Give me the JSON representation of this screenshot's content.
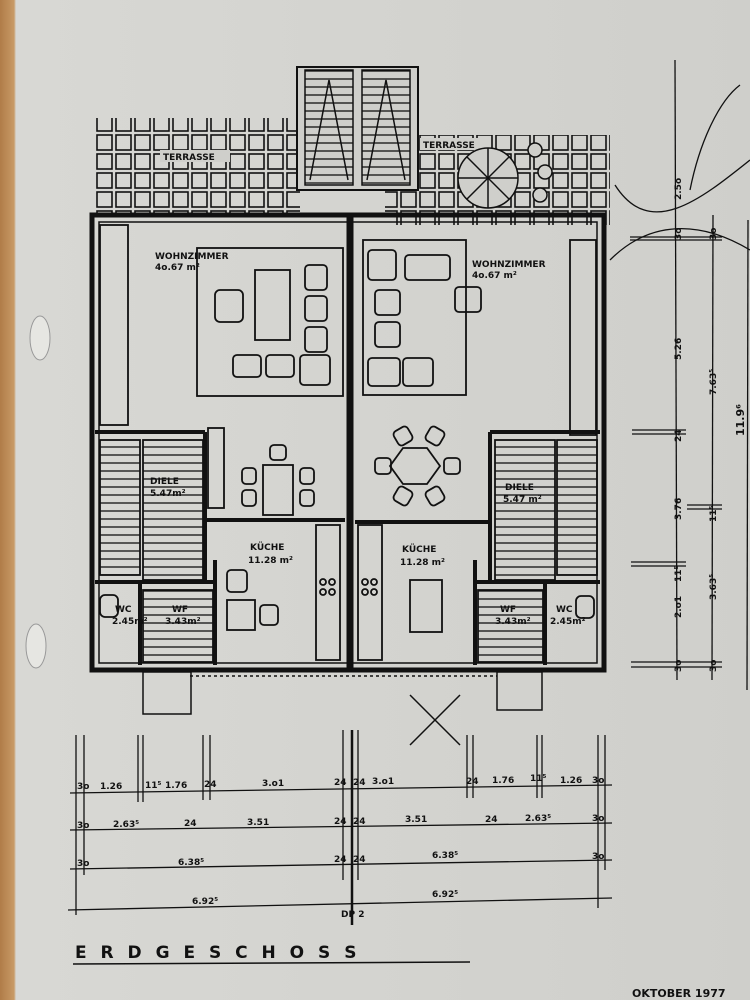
{
  "sheet": {
    "title": "E R D G E S C H O S S",
    "date": "OKTOBER 1977",
    "axis_mark": "DP 2"
  },
  "rooms": {
    "terrace_left": "TERRASSE",
    "terrace_right": "TERRASSE",
    "left": [
      {
        "name": "WOHNZIMMER",
        "area": "4o.67 m²"
      },
      {
        "name": "DIELE",
        "area": "5.47m²"
      },
      {
        "name": "KÜCHE",
        "area": "11.28 m²"
      },
      {
        "name": "WC",
        "area": "2.45m²"
      },
      {
        "name": "WF",
        "area": "3.43m²"
      }
    ],
    "right": [
      {
        "name": "WOHNZIMMER",
        "area": "4o.67 m²"
      },
      {
        "name": "DIELE",
        "area": "5.47 m²"
      },
      {
        "name": "KÜCHE",
        "area": "11.28 m²"
      },
      {
        "name": "WF",
        "area": "3.43m²"
      },
      {
        "name": "WC",
        "area": "2.45m²"
      }
    ]
  },
  "dimensions": {
    "row1": [
      "3o",
      "1.26",
      "11⁵",
      "1.76",
      "24",
      "3.o1",
      "24",
      "24",
      "3.o1",
      "24",
      "1.76",
      "11⁵",
      "1.26",
      "3o"
    ],
    "row2": [
      "3o",
      "2.63⁵",
      "24",
      "3.51",
      "24",
      "24",
      "3.51",
      "24",
      "2.63⁵",
      "3o"
    ],
    "row3": [
      "3o",
      "6.38⁵",
      "24",
      "24",
      "6.38⁵",
      "3o"
    ],
    "row4": [
      "6.92⁵",
      "6.92⁵"
    ],
    "vertical_inner": [
      "2.5o",
      "3o",
      "5.26",
      "24",
      "3.76",
      "11⁵",
      "2.o1",
      "3o"
    ],
    "vertical_outer": [
      "3o",
      "7.63⁵",
      "11⁵",
      "3.63⁵",
      "3o"
    ],
    "vertical_total": "11.9⁶"
  }
}
